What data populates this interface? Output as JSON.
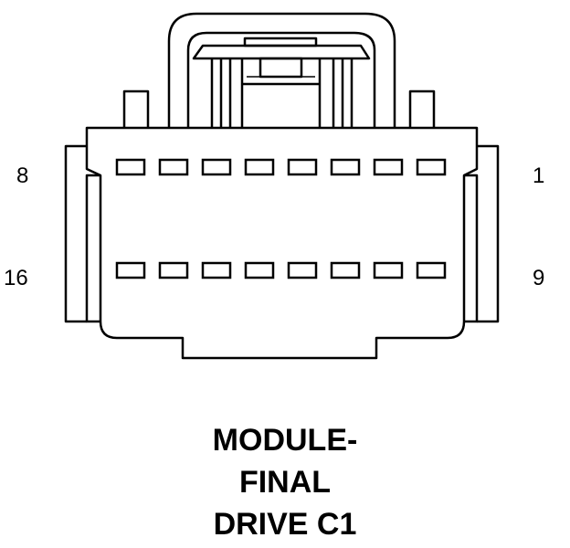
{
  "connector": {
    "pin_labels": {
      "top_left": "8",
      "top_right": "1",
      "bottom_left": "16",
      "bottom_right": "9"
    },
    "rows": [
      {
        "pins": 8
      },
      {
        "pins": 8
      }
    ]
  },
  "caption": {
    "line1": "MODULE-",
    "line2": "FINAL",
    "line3": "DRIVE C1"
  }
}
